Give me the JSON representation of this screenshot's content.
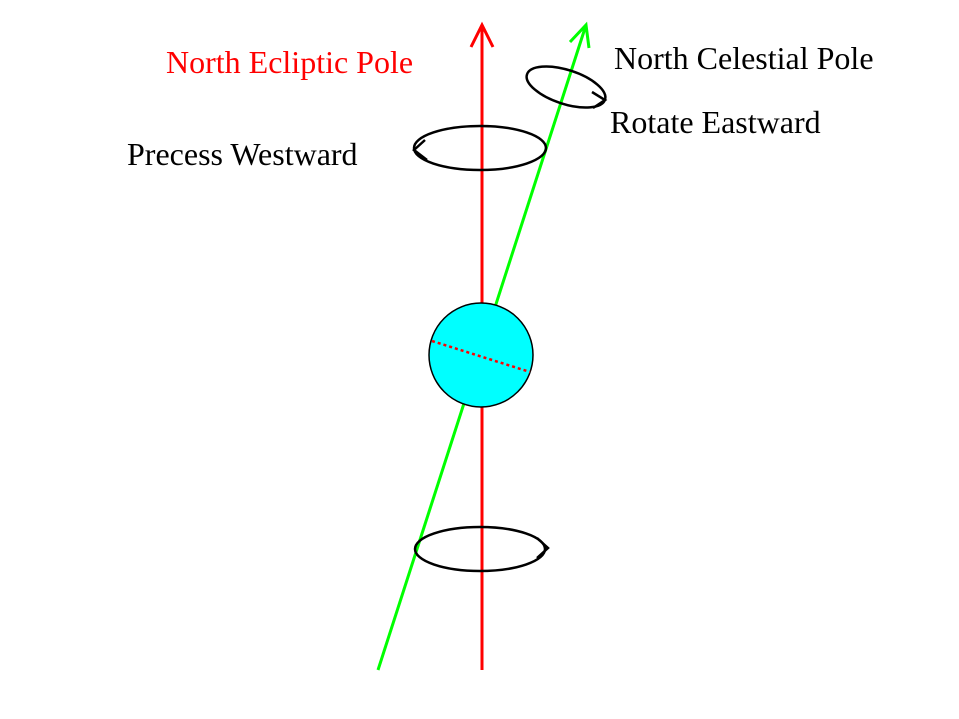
{
  "labels": {
    "ecliptic_pole": "North Ecliptic Pole",
    "celestial_pole": "North Celestial Pole",
    "rotate": "Rotate Eastward",
    "precess": "Precess Westward"
  },
  "colors": {
    "ecliptic_axis": "#ff0000",
    "celestial_axis": "#00ff00",
    "earth_fill": "#00ffff",
    "equator": "#ff0000",
    "outline": "#000000",
    "text": "#000000"
  }
}
